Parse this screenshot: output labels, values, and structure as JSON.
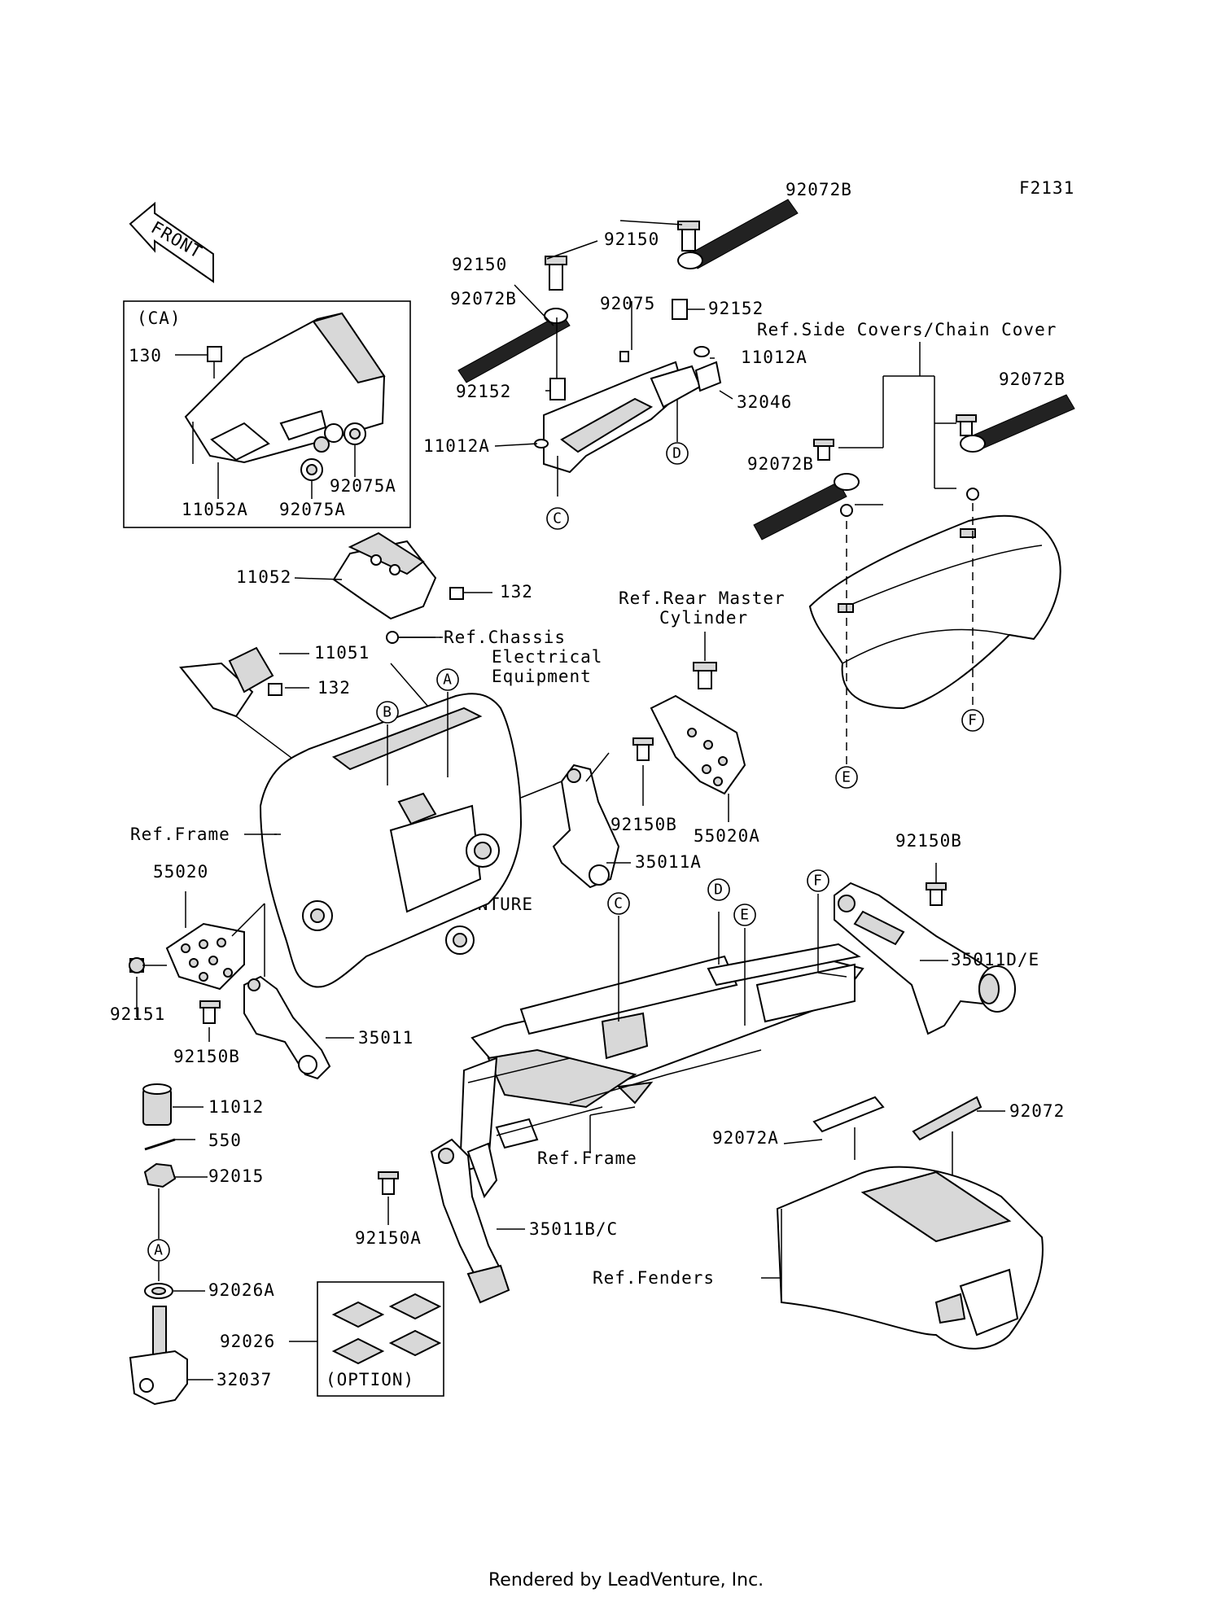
{
  "figure_code": "F2131",
  "front_label": "FRONT",
  "option_label": "(OPTION)",
  "ca_label": "(CA)",
  "watermark": "LEADVENTURE",
  "footer": "Rendered by LeadVenture, Inc.",
  "callouts": [
    "A",
    "B",
    "C",
    "D",
    "E",
    "F"
  ],
  "part_labels": {
    "p92072B_top": "92072B",
    "p92150_top": "92150",
    "p92150_left": "92150",
    "p92072B_left": "92072B",
    "p92075": "92075",
    "p92152_right": "92152",
    "p11012A_right": "11012A",
    "p92152_left": "92152",
    "p32046": "32046",
    "p11012A_left": "11012A",
    "p130": "130",
    "p11052A": "11052A",
    "p92075A_right": "92075A",
    "p92075A_bottom": "92075A",
    "p92072B_mid": "92072B",
    "p92072B_rightmost": "92072B",
    "p11052": "11052",
    "p132_top": "132",
    "p11051": "11051",
    "p132_mid": "132",
    "p92150B_center": "92150B",
    "p55020A": "55020A",
    "p35011A": "35011A",
    "p55020": "55020",
    "p92150B_right": "92150B",
    "p35011DE": "35011D/E",
    "p92151": "92151",
    "p92150B_left": "92150B",
    "p35011": "35011",
    "p11012": "11012",
    "p550": "550",
    "p92015": "92015",
    "p92072A": "92072A",
    "p92072": "92072",
    "p92150A": "92150A",
    "p35011BC": "35011B/C",
    "p92026A": "92026A",
    "p92026": "92026",
    "p32037": "32037"
  },
  "refs": {
    "side_covers": "Ref.Side Covers/Chain Cover",
    "rear_master_1": "Ref.Rear Master",
    "rear_master_2": "Cylinder",
    "chassis_1": "Ref.Chassis",
    "chassis_2": "Electrical",
    "chassis_3": "Equipment",
    "frame_left": "Ref.Frame",
    "frame_bottom": "Ref.Frame",
    "fenders": "Ref.Fenders"
  }
}
